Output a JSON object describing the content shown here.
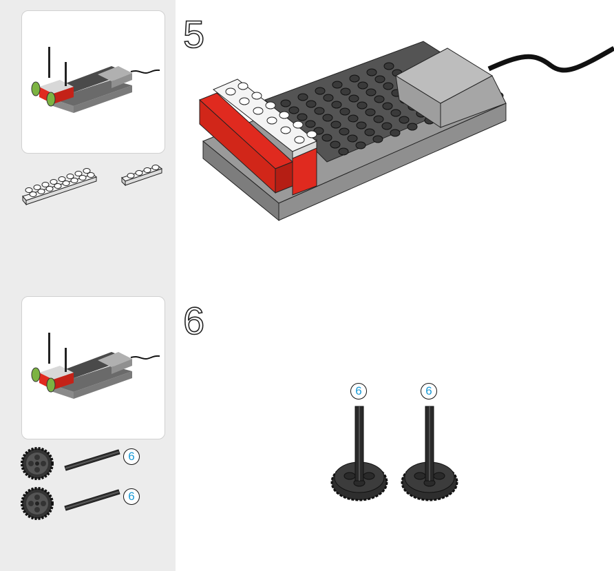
{
  "steps": [
    {
      "number": "5",
      "preview_alt": "model-preview",
      "parts": [
        {
          "name": "plate-2x8-white",
          "qty": ""
        },
        {
          "name": "plate-1x4-white",
          "qty": ""
        }
      ]
    },
    {
      "number": "6",
      "preview_alt": "model-preview",
      "parts": [
        {
          "name": "gear-24-tooth",
          "qty": ""
        },
        {
          "name": "axle",
          "qty": "6"
        },
        {
          "name": "gear-24-tooth",
          "qty": ""
        },
        {
          "name": "axle",
          "qty": "6"
        }
      ],
      "callouts": [
        "6",
        "6"
      ]
    }
  ],
  "colors": {
    "sidebar_bg": "#ececec",
    "callout_text": "#1a9ad6",
    "brick_red": "#e02a1f",
    "brick_dark_gray": "#5a5a5a",
    "brick_light_gray": "#a8a8a8",
    "brick_white": "#f4f4f4"
  }
}
